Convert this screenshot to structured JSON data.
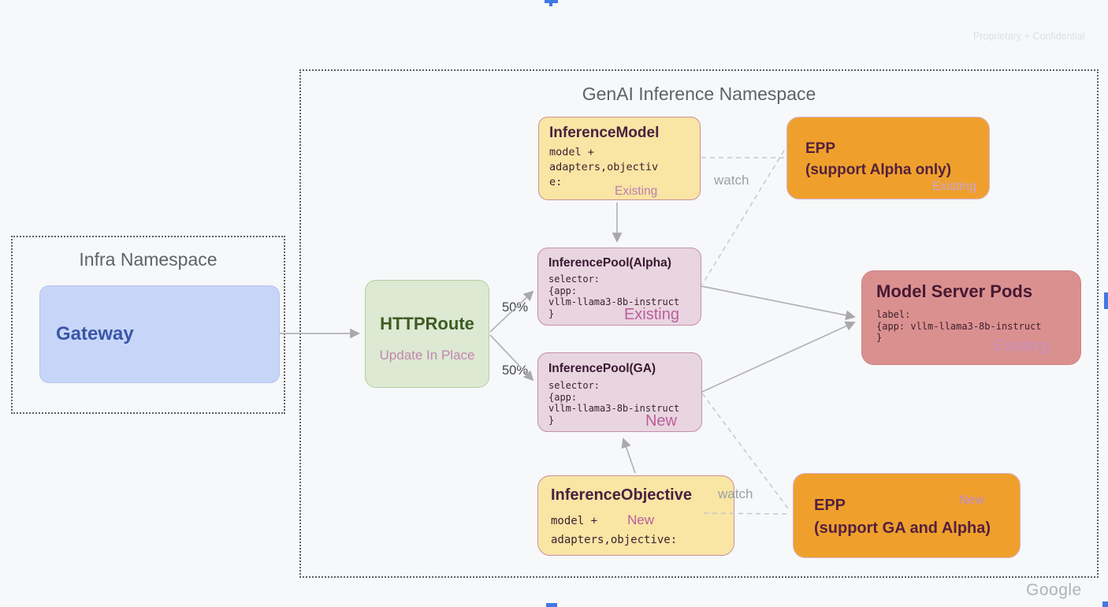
{
  "slide": {
    "confidentiality": "Proprietary + Confidential",
    "brand": "Google"
  },
  "infra_namespace": {
    "title": "Infra Namespace",
    "gateway": {
      "label": "Gateway"
    }
  },
  "genai_namespace": {
    "title": "GenAI Inference Namespace",
    "httproute": {
      "title": "HTTPRoute",
      "subtitle": "Update In Place"
    },
    "inference_model": {
      "title": "InferenceModel",
      "body_lines": [
        "model +",
        "adapters,objectiv",
        "e:"
      ],
      "status": "Existing"
    },
    "epp_alpha": {
      "title_lines": [
        "EPP",
        "(support Alpha only)"
      ],
      "status": "Existing"
    },
    "pool_alpha": {
      "title": "InferencePool(Alpha)",
      "body_lines": [
        "selector:",
        "{app:",
        "vllm-llama3-8b-instruct",
        "}"
      ],
      "status": "Existing"
    },
    "pool_ga": {
      "title": "InferencePool(GA)",
      "body_lines": [
        "selector:",
        "{app:",
        "vllm-llama3-8b-instruct",
        "}"
      ],
      "status": "New"
    },
    "model_server_pods": {
      "title": "Model Server Pods",
      "body_lines": [
        "label:",
        "{app: vllm-llama3-8b-instruct",
        "}"
      ],
      "status": "Existing"
    },
    "inference_objective": {
      "title": "InferenceObjective",
      "body_lines": [
        "model +",
        "adapters,objective:"
      ],
      "status": "New"
    },
    "epp_ga": {
      "title_lines": [
        "EPP",
        "(support GA and Alpha)"
      ],
      "status": "New"
    },
    "edge_labels": {
      "route_split_alpha": "50%",
      "route_split_ga": "50%",
      "watch_alpha": "watch",
      "watch_ga": "watch"
    },
    "edges": [
      {
        "from": "Gateway",
        "to": "HTTPRoute",
        "style": "solid-arrow",
        "label": ""
      },
      {
        "from": "HTTPRoute",
        "to": "InferencePool(Alpha)",
        "style": "solid-arrow",
        "label": "50%"
      },
      {
        "from": "HTTPRoute",
        "to": "InferencePool(GA)",
        "style": "solid-arrow",
        "label": "50%"
      },
      {
        "from": "InferenceModel",
        "to": "InferencePool(Alpha)",
        "style": "solid-arrow",
        "label": ""
      },
      {
        "from": "InferenceObjective",
        "to": "InferencePool(GA)",
        "style": "solid-arrow",
        "label": ""
      },
      {
        "from": "InferencePool(Alpha)",
        "to": "Model Server Pods",
        "style": "solid-arrow",
        "label": ""
      },
      {
        "from": "InferencePool(GA)",
        "to": "Model Server Pods",
        "style": "solid-arrow",
        "label": ""
      },
      {
        "from": "InferenceModel",
        "to": "EPP (support Alpha only)",
        "style": "dashed",
        "label": "watch"
      },
      {
        "from": "EPP (support Alpha only)",
        "to": "InferencePool(Alpha)",
        "style": "dashed",
        "label": ""
      },
      {
        "from": "InferencePool(GA)",
        "to": "EPP (support GA and Alpha)",
        "style": "dashed",
        "label": ""
      },
      {
        "from": "InferenceObjective",
        "to": "EPP (support GA and Alpha)",
        "style": "dashed",
        "label": "watch"
      }
    ]
  },
  "colors": {
    "background": "#F7F8FA",
    "namespace_border": "#5b5f63",
    "gateway_fill": "#C7D6F8",
    "gateway_text": "#3A56A8",
    "httproute_fill": "#DDE9D3",
    "httproute_text": "#3D5B22",
    "resource_yellow_fill": "#F9E5A4",
    "epp_orange_fill": "#EFA02C",
    "pool_fill": "#E8D5E0",
    "pods_fill": "#DB9090",
    "dark_maroon_text": "#4A2040",
    "status_pink": "#BC5E9B",
    "status_mauve_on_yellow": "#BD7FAE",
    "status_lavender_on_orange": "#C9A6D4",
    "status_mauve_on_pods": "#C48FB9",
    "connector_gray": "#B3B3B5",
    "dashed_gray": "#C7C7C9",
    "watch_label_gray": "#9AA0A6",
    "split_label_gray": "#45474B",
    "selection_blue": "#4178E3"
  }
}
